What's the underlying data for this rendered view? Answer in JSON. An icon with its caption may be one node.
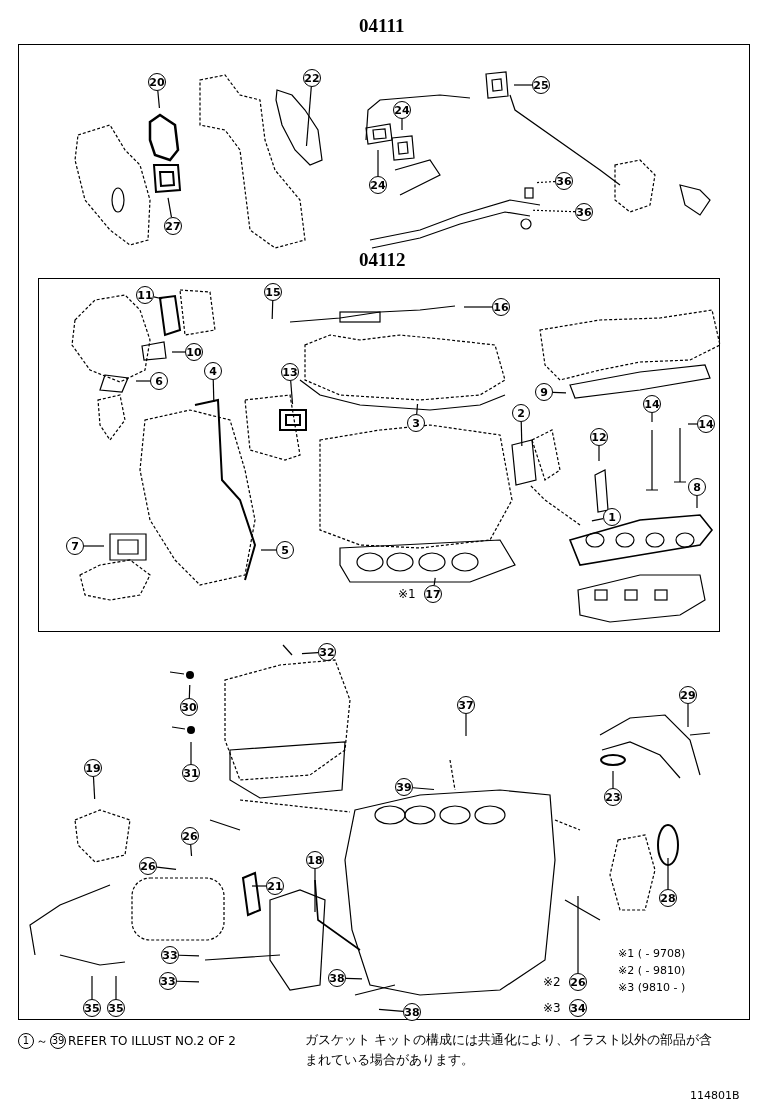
{
  "diagram": {
    "nodes": [
      {
        "text": [
          "04111"
        ]
      },
      {
        "text": [
          "04112"
        ],
        "in": 0
      },
      {
        "text": [
          "20"
        ],
        "in": 0
      },
      {
        "text": [
          "27"
        ],
        "in": 0
      },
      {
        "text": [
          "22"
        ],
        "in": 0
      },
      {
        "text": [
          "24"
        ],
        "in": 0
      },
      {
        "text": [
          "24"
        ],
        "in": 0
      },
      {
        "text": [
          "25"
        ],
        "in": 0
      },
      {
        "text": [
          "36"
        ],
        "in": 0
      },
      {
        "text": [
          "36"
        ],
        "in": 0
      },
      {
        "text": [
          "11"
        ],
        "in": 1
      },
      {
        "text": [
          "15"
        ],
        "in": 1
      },
      {
        "text": [
          "16"
        ],
        "in": 1
      },
      {
        "text": [
          "10"
        ],
        "in": 1
      },
      {
        "text": [
          "6"
        ],
        "in": 1
      },
      {
        "text": [
          "4"
        ],
        "in": 1
      },
      {
        "text": [
          "13"
        ],
        "in": 1
      },
      {
        "text": [
          "9"
        ],
        "in": 1
      },
      {
        "text": [
          "2"
        ],
        "in": 1
      },
      {
        "text": [
          "3"
        ],
        "in": 1
      },
      {
        "text": [
          "14"
        ],
        "in": 1
      },
      {
        "text": [
          "14"
        ],
        "in": 1
      },
      {
        "text": [
          "12"
        ],
        "in": 1
      },
      {
        "text": [
          "8"
        ],
        "in": 1
      },
      {
        "text": [
          "1"
        ],
        "in": 1
      },
      {
        "text": [
          "7"
        ],
        "in": 1
      },
      {
        "text": [
          "5"
        ],
        "in": 1
      },
      {
        "text": [
          "17"
        ],
        "in": 1,
        "beside": [
          "※1"
        ]
      },
      {
        "text": [
          "32"
        ],
        "in": 0
      },
      {
        "text": [
          "30"
        ],
        "in": 0
      },
      {
        "text": [
          "31"
        ],
        "in": 0
      },
      {
        "text": [
          "37"
        ],
        "in": 0
      },
      {
        "text": [
          "29"
        ],
        "in": 0
      },
      {
        "text": [
          "39"
        ],
        "in": 0
      },
      {
        "text": [
          "19"
        ],
        "in": 0
      },
      {
        "text": [
          "23"
        ],
        "in": 0
      },
      {
        "text": [
          "26"
        ],
        "in": 0
      },
      {
        "text": [
          "26"
        ],
        "in": 0
      },
      {
        "text": [
          "21"
        ],
        "in": 0
      },
      {
        "text": [
          "18"
        ],
        "in": 0
      },
      {
        "text": [
          "28"
        ],
        "in": 0
      },
      {
        "text": [
          "33"
        ],
        "in": 0
      },
      {
        "text": [
          "33"
        ],
        "in": 0
      },
      {
        "text": [
          "38"
        ],
        "in": 0
      },
      {
        "text": [
          "38"
        ],
        "in": 0
      },
      {
        "text": [
          "35"
        ],
        "in": 0
      },
      {
        "text": [
          "35"
        ],
        "in": 0
      },
      {
        "text": [
          "26"
        ],
        "in": 0,
        "beside": [
          "※2"
        ]
      },
      {
        "text": [
          "34"
        ],
        "in": 0,
        "beside": [
          "※3"
        ]
      }
    ],
    "edges": [
      {
        "from": 2,
        "to": null,
        "arrow": "none"
      },
      {
        "from": 3,
        "to": null,
        "arrow": "none"
      },
      {
        "from": 4,
        "to": null,
        "arrow": "none"
      },
      {
        "from": 5,
        "to": null,
        "arrow": "none"
      },
      {
        "from": 6,
        "to": null,
        "arrow": "none"
      },
      {
        "from": 7,
        "to": null,
        "arrow": "none"
      },
      {
        "from": 8,
        "to": null,
        "arrow": "none",
        "style": "dashed"
      },
      {
        "from": 9,
        "to": null,
        "arrow": "none",
        "style": "dashed"
      },
      {
        "from": 10,
        "to": null,
        "arrow": "none"
      },
      {
        "from": 11,
        "to": null,
        "arrow": "none"
      },
      {
        "from": 12,
        "to": null,
        "arrow": "none"
      },
      {
        "from": 13,
        "to": null,
        "arrow": "none"
      },
      {
        "from": 14,
        "to": null,
        "arrow": "none"
      },
      {
        "from": 15,
        "to": null,
        "arrow": "none"
      },
      {
        "from": 16,
        "to": null,
        "arrow": "none"
      },
      {
        "from": 17,
        "to": null,
        "arrow": "none"
      },
      {
        "from": 18,
        "to": null,
        "arrow": "none"
      },
      {
        "from": 19,
        "to": null,
        "arrow": "none"
      },
      {
        "from": 20,
        "to": null,
        "arrow": "none"
      },
      {
        "from": 21,
        "to": null,
        "arrow": "none"
      },
      {
        "from": 22,
        "to": null,
        "arrow": "none"
      },
      {
        "from": 23,
        "to": null,
        "arrow": "none"
      },
      {
        "from": 24,
        "to": null,
        "arrow": "none"
      },
      {
        "from": 25,
        "to": null,
        "arrow": "none"
      },
      {
        "from": 26,
        "to": null,
        "arrow": "none"
      },
      {
        "from": 27,
        "to": null,
        "arrow": "none"
      },
      {
        "from": 28,
        "to": null,
        "arrow": "none"
      },
      {
        "from": 29,
        "to": null,
        "arrow": "none"
      },
      {
        "from": 30,
        "to": null,
        "arrow": "none"
      },
      {
        "from": 31,
        "to": null,
        "arrow": "none"
      },
      {
        "from": 32,
        "to": null,
        "arrow": "none"
      },
      {
        "from": 33,
        "to": null,
        "arrow": "none"
      },
      {
        "from": 34,
        "to": null,
        "arrow": "none"
      },
      {
        "from": 35,
        "to": null,
        "arrow": "none"
      },
      {
        "from": 36,
        "to": null,
        "arrow": "none"
      },
      {
        "from": 37,
        "to": null,
        "arrow": "none"
      },
      {
        "from": 38,
        "to": null,
        "arrow": "none"
      },
      {
        "from": 39,
        "to": null,
        "arrow": "none"
      },
      {
        "from": 40,
        "to": null,
        "arrow": "none"
      },
      {
        "from": 41,
        "to": null,
        "arrow": "none"
      },
      {
        "from": 42,
        "to": null,
        "arrow": "none"
      },
      {
        "from": 43,
        "to": null,
        "arrow": "none"
      },
      {
        "from": 44,
        "to": null,
        "arrow": "none"
      },
      {
        "from": 45,
        "to": null,
        "arrow": "none"
      },
      {
        "from": 46,
        "to": null,
        "arrow": "none"
      },
      {
        "from": 47,
        "to": null,
        "arrow": "none"
      }
    ],
    "labels": [
      "※1 ( - 9708)",
      "※2 ( - 9810)",
      "※3 (9810 - )",
      "1",
      "～",
      "39",
      "REFER TO ILLUST NO.2 OF 2",
      "ガスケット キットの構成には共通化により、イラスト以外の部品が含まれている場合があります。",
      "114801B"
    ]
  }
}
